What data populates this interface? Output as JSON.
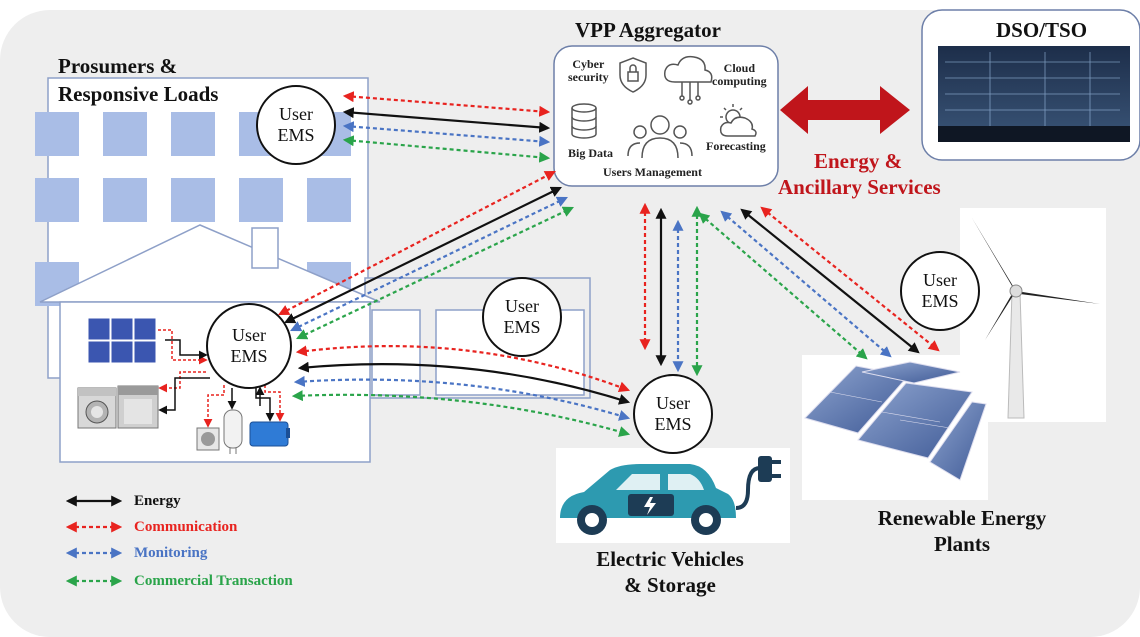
{
  "labels": {
    "prosumers": [
      "Prosumers &",
      "Responsive Loads"
    ],
    "vpp": "VPP Aggregator",
    "dso": "DSO/TSO",
    "ancillary": [
      "Energy &",
      "Ancillary Services"
    ],
    "ev": [
      "Electric Vehicles",
      "& Storage"
    ],
    "renewable": [
      "Renewable Energy",
      "Plants"
    ]
  },
  "ems": {
    "line1": "User",
    "line2": "EMS"
  },
  "vpp_icons": {
    "cyber": [
      "Cyber",
      "security"
    ],
    "cloud": [
      "Cloud",
      "computing"
    ],
    "bigdata": "Big Data",
    "forecasting": "Forecasting",
    "users": "Users Management"
  },
  "legend": [
    {
      "label": "Energy",
      "color": "#111111"
    },
    {
      "label": "Communication",
      "color": "#e8231f"
    },
    {
      "label": "Monitoring",
      "color": "#4a74c4"
    },
    {
      "label": "Commercial Transaction",
      "color": "#2aa44a"
    }
  ],
  "colors": {
    "energy": "#111111",
    "communication": "#e8231f",
    "monitoring": "#4a74c4",
    "commercial": "#2aa44a",
    "building": "#a9bde6",
    "ancillary_text": "#c0151b",
    "big_arrow": "#c0151b",
    "ev_body": "#2d9ab0"
  }
}
